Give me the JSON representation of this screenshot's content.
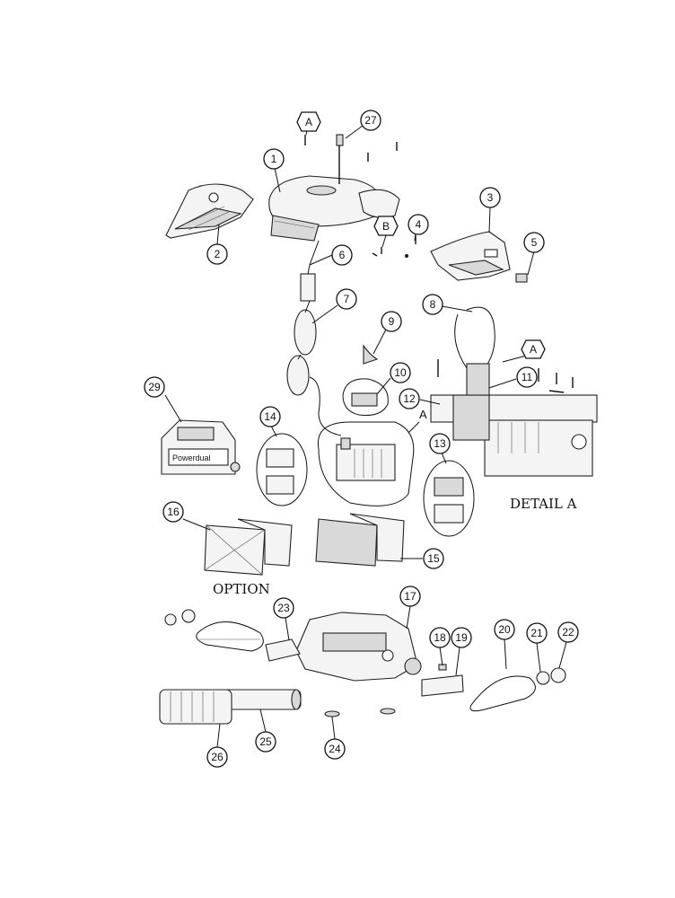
{
  "captions": {
    "detail": "DETAIL A",
    "option": "OPTION"
  },
  "detail_marker": "A",
  "callouts": [
    {
      "label": "27"
    },
    {
      "label": "1"
    },
    {
      "label": "2"
    },
    {
      "label": "3"
    },
    {
      "label": "4"
    },
    {
      "label": "5"
    },
    {
      "label": "6"
    },
    {
      "label": "7"
    },
    {
      "label": "8"
    },
    {
      "label": "9"
    },
    {
      "label": "10"
    },
    {
      "label": "11"
    },
    {
      "label": "12"
    },
    {
      "label": "13"
    },
    {
      "label": "14"
    },
    {
      "label": "15"
    },
    {
      "label": "16"
    },
    {
      "label": "17"
    },
    {
      "label": "18"
    },
    {
      "label": "19"
    },
    {
      "label": "20"
    },
    {
      "label": "21"
    },
    {
      "label": "22"
    },
    {
      "label": "23"
    },
    {
      "label": "24"
    },
    {
      "label": "25"
    },
    {
      "label": "26"
    },
    {
      "label": "29"
    }
  ],
  "hex_callouts": [
    {
      "label": "A"
    },
    {
      "label": "B"
    },
    {
      "label": "A"
    }
  ],
  "brand_text": "Powerdual"
}
